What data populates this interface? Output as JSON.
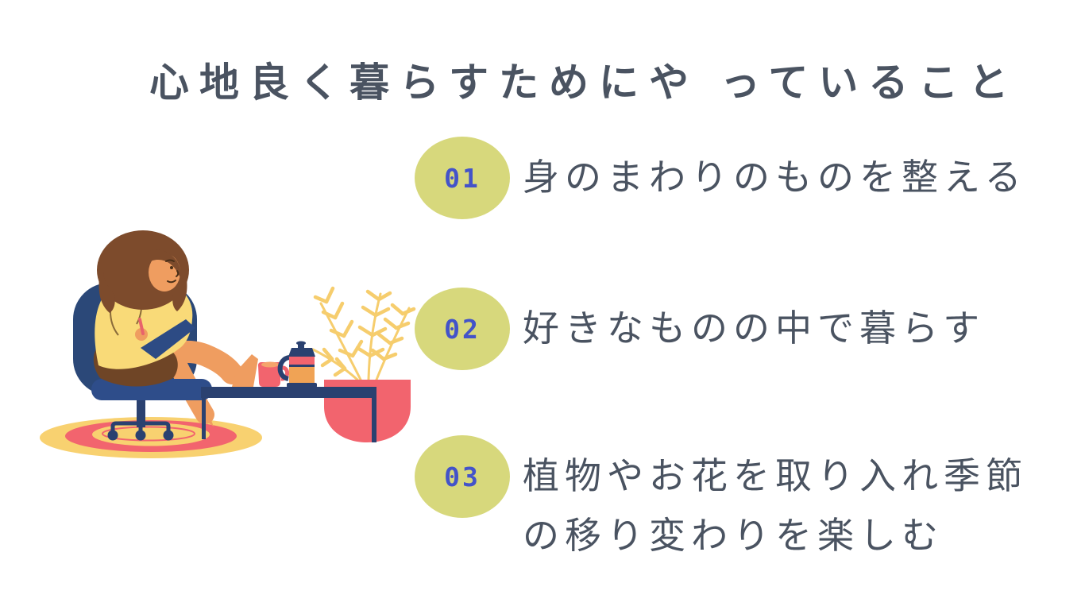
{
  "page": {
    "background_color": "#ffffff"
  },
  "title": {
    "text": "心地良く暮らすためにや っていること",
    "color": "#4a5361"
  },
  "list": {
    "badge_color": "#d7d87c",
    "number_color": "#4353c9",
    "text_color": "#4a5361",
    "items": [
      {
        "number": "01",
        "lines": [
          "身のまわりのものを整える"
        ]
      },
      {
        "number": "02",
        "lines": [
          "好きなものの中で暮らす"
        ]
      },
      {
        "number": "03",
        "lines": [
          "植物やお花を取り入れ季節",
          "の移り変わりを楽しむ"
        ]
      }
    ]
  },
  "illustration": {
    "name": "woman-working-on-laptop-at-home",
    "elements": [
      "round-rug",
      "office-chair",
      "woman-with-laptop-and-pen",
      "low-table",
      "coffee-mug",
      "french-press",
      "potted-palm-plant"
    ],
    "palette": {
      "navy": "#2a4170",
      "chair_navy": "#2e4d8a",
      "pink": "#f2646e",
      "rug_yellow": "#f8d170",
      "leaf_yellow": "#f6cd6d",
      "skin": "#ef9d60",
      "sweater_yellow": "#f9da78",
      "hair_brown": "#7d4b2c",
      "shorts_brown": "#6f4526",
      "coffee_amber": "#f0a355",
      "pen_red": "#e8636b"
    }
  }
}
